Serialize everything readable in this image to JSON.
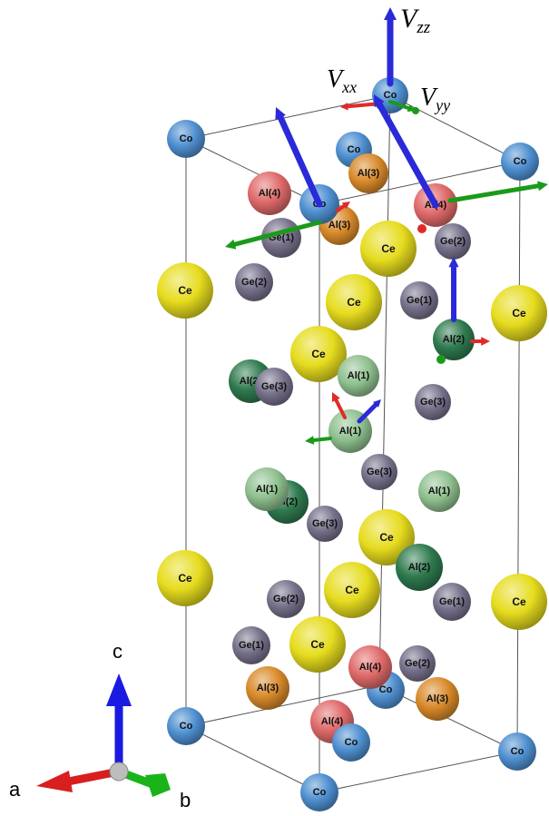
{
  "colors": {
    "ce": "#e6dc1e",
    "co": "#4e8fd0",
    "al1": "#8fc08f",
    "al2": "#2e7a4e",
    "al3": "#d98a2a",
    "al4": "#e06a6a",
    "ge": "#76708a",
    "vzz": "#2a2ad8",
    "vxx": "#e02a2a",
    "vyy": "#1a9a1a",
    "cell_edge": "#555555"
  },
  "tensor_labels": {
    "vzz": {
      "main": "V",
      "sub": "zz"
    },
    "vxx": {
      "main": "V",
      "sub": "xx"
    },
    "vyy": {
      "main": "V",
      "sub": "yy"
    }
  },
  "triad": {
    "a": "a",
    "b": "b",
    "c": "c"
  },
  "atoms": [
    {
      "label": "Co",
      "element": "co"
    },
    {
      "label": "Co",
      "element": "co"
    },
    {
      "label": "Co",
      "element": "co"
    },
    {
      "label": "Co",
      "element": "co"
    },
    {
      "label": "Al(3)",
      "element": "al3"
    },
    {
      "label": "Al(4)",
      "element": "al4"
    },
    {
      "label": "Al(4)",
      "element": "al4"
    },
    {
      "label": "Ge(1)",
      "element": "ge"
    },
    {
      "label": "Al(3)",
      "element": "al3"
    },
    {
      "label": "Co",
      "element": "co"
    },
    {
      "label": "Ce",
      "element": "ce"
    },
    {
      "label": "Ge(2)",
      "element": "ge"
    },
    {
      "label": "Ce",
      "element": "ce"
    },
    {
      "label": "Ge(2)",
      "element": "ge"
    },
    {
      "label": "Ce",
      "element": "ce"
    },
    {
      "label": "Ge(1)",
      "element": "ge"
    },
    {
      "label": "Ce",
      "element": "ce"
    },
    {
      "label": "Al(2)",
      "element": "al2"
    },
    {
      "label": "Ce",
      "element": "ce"
    },
    {
      "label": "Ge(3)",
      "element": "ge"
    },
    {
      "label": "Al(2)",
      "element": "al2"
    },
    {
      "label": "Al(1)",
      "element": "al1"
    },
    {
      "label": "Ge(3)",
      "element": "ge"
    },
    {
      "label": "Al(1)",
      "element": "al1"
    },
    {
      "label": "Ge(3)",
      "element": "ge"
    },
    {
      "label": "Al(2)",
      "element": "al2"
    },
    {
      "label": "Al(1)",
      "element": "al1"
    },
    {
      "label": "Al(1)",
      "element": "al1"
    },
    {
      "label": "Ge(3)",
      "element": "ge"
    },
    {
      "label": "Ce",
      "element": "ce"
    },
    {
      "label": "Ce",
      "element": "ce"
    },
    {
      "label": "Ge(2)",
      "element": "ge"
    },
    {
      "label": "Ce",
      "element": "ce"
    },
    {
      "label": "Al(2)",
      "element": "al2"
    },
    {
      "label": "Ce",
      "element": "ce"
    },
    {
      "label": "Ge(1)",
      "element": "ge"
    },
    {
      "label": "Ge(1)",
      "element": "ge"
    },
    {
      "label": "Co",
      "element": "co"
    },
    {
      "label": "Ce",
      "element": "ce"
    },
    {
      "label": "Ge(2)",
      "element": "ge"
    },
    {
      "label": "Al(4)",
      "element": "al4"
    },
    {
      "label": "Al(3)",
      "element": "al3"
    },
    {
      "label": "Al(3)",
      "element": "al3"
    },
    {
      "label": "Co",
      "element": "co"
    },
    {
      "label": "Al(4)",
      "element": "al4"
    },
    {
      "label": "Co",
      "element": "co"
    },
    {
      "label": "Co",
      "element": "co"
    },
    {
      "label": "Co",
      "element": "co"
    }
  ]
}
